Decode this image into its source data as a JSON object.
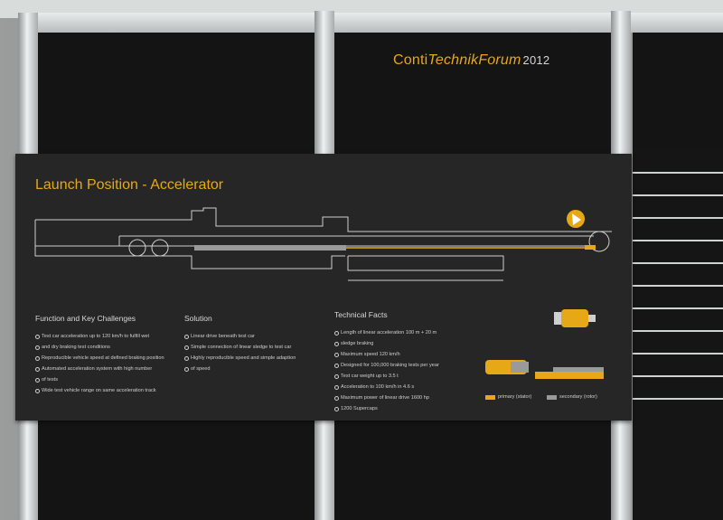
{
  "scene": {
    "brand": {
      "part1": "Conti",
      "part2": "TechnikForum",
      "year": "2012"
    },
    "board": {
      "title": "Launch Position - Accelerator",
      "columns": [
        {
          "heading": "Function and Key Challenges",
          "items": [
            "Test car acceleration up to 120 km/h to fulfill wet",
            "and dry braking test conditions",
            "Reproducible vehicle speed at defined braking position",
            "Automated acceleration system with high number",
            "of tests",
            "Wide test vehicle range on same acceleration track"
          ]
        },
        {
          "heading": "Solution",
          "items": [
            "Linear drive beneath test car",
            "Simple connection of linear sledge to test car",
            "Highly reproducible speed and simple adaption",
            "of speed"
          ]
        },
        {
          "heading": "Technical Facts",
          "items": [
            "Length of linear acceleration 100 m + 20 m",
            "sledge braking",
            "Maximum speed 120 km/h",
            "Designed for 100,000 braking tests per year",
            "Test car weight up to 3.5 t",
            "Acceleration to 100 km/h in  4.6 s",
            "Maximum power of linear drive 1600 hp",
            "1200 Supercaps"
          ]
        }
      ],
      "legend": [
        {
          "label": "primary (stator)",
          "color": "#e6a817"
        },
        {
          "label": "secondary (rotor)",
          "color": "#9a9a9a"
        }
      ]
    }
  },
  "colors": {
    "accent": "#e6a817",
    "board": "#262626",
    "line": "#cfcfcf"
  }
}
